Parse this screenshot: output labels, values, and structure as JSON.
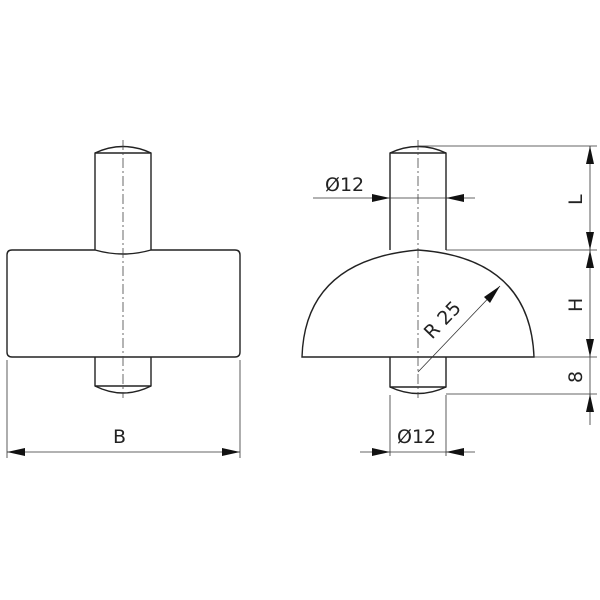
{
  "drawing": {
    "front_view": {
      "width_label": "B"
    },
    "side_view": {
      "top_stud_diameter": "Ø12",
      "bottom_stud_diameter": "Ø12",
      "radius": "R 25",
      "stud_length_label": "L",
      "height_label": "H",
      "bottom_stud_length": "8"
    }
  }
}
